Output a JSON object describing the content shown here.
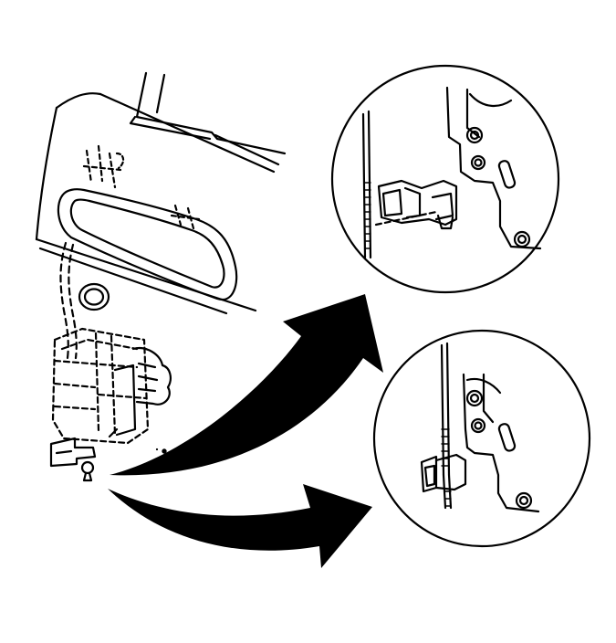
{
  "diagram": {
    "colors": {
      "background": "#ffffff",
      "ink": "#000000"
    },
    "parts": [
      {
        "id": "door-panel",
        "label": ""
      },
      {
        "id": "door-handle",
        "label": ""
      },
      {
        "id": "lock-actuator",
        "label": ""
      },
      {
        "id": "detail-view-top",
        "label": ""
      },
      {
        "id": "detail-view-bottom",
        "label": ""
      },
      {
        "id": "arrow-upper",
        "label": ""
      },
      {
        "id": "arrow-lower",
        "label": ""
      }
    ]
  }
}
